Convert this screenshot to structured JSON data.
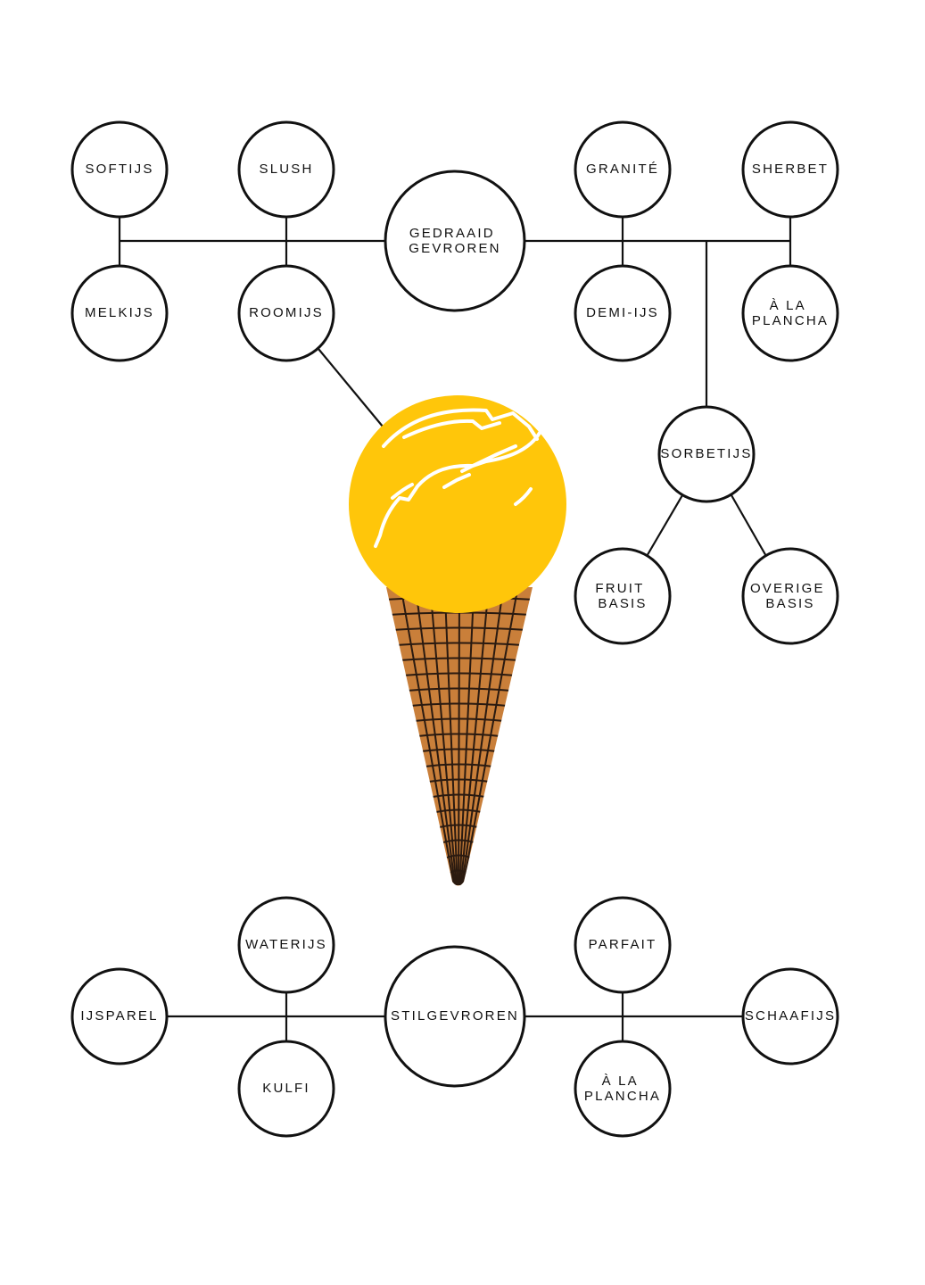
{
  "colors": {
    "line": "#111111",
    "scoop": "#FFC60A",
    "scoop_highlight": "#FFFFFF",
    "cone": "#C97F3A",
    "cone_grid": "#2A1A10",
    "background": "#FFFFFF"
  },
  "icons": [
    "ice-cream-cone-icon"
  ],
  "nodes": {
    "gedraaid_gevroren": {
      "lines": [
        "GEDRAAID",
        "GEVROREN"
      ]
    },
    "softijs": {
      "lines": [
        "SOFTIJS"
      ]
    },
    "slush": {
      "lines": [
        "SLUSH"
      ]
    },
    "granite": {
      "lines": [
        "GRANITÉ"
      ]
    },
    "sherbet": {
      "lines": [
        "SHERBET"
      ]
    },
    "melkijs": {
      "lines": [
        "MELKIJS"
      ]
    },
    "roomijs": {
      "lines": [
        "ROOMIJS"
      ]
    },
    "demi_ijs": {
      "lines": [
        "DEMI-IJS"
      ]
    },
    "a_la_plancha_top": {
      "lines": [
        "À LA",
        "PLANCHA"
      ]
    },
    "sorbetijs": {
      "lines": [
        "SORBETIJS"
      ]
    },
    "fruit_basis": {
      "lines": [
        "FRUIT",
        "BASIS"
      ]
    },
    "overige_basis": {
      "lines": [
        "OVERIGE",
        "BASIS"
      ]
    },
    "stilgevroren": {
      "lines": [
        "STILGEVROREN"
      ]
    },
    "waterijs": {
      "lines": [
        "WATERIJS"
      ]
    },
    "kulfi": {
      "lines": [
        "KULFI"
      ]
    },
    "ijsparel": {
      "lines": [
        "IJSPAREL"
      ]
    },
    "parfait": {
      "lines": [
        "PARFAIT"
      ]
    },
    "a_la_plancha_bottom": {
      "lines": [
        "À LA",
        "PLANCHA"
      ]
    },
    "schaafijs": {
      "lines": [
        "SCHAAFIJS"
      ]
    }
  }
}
